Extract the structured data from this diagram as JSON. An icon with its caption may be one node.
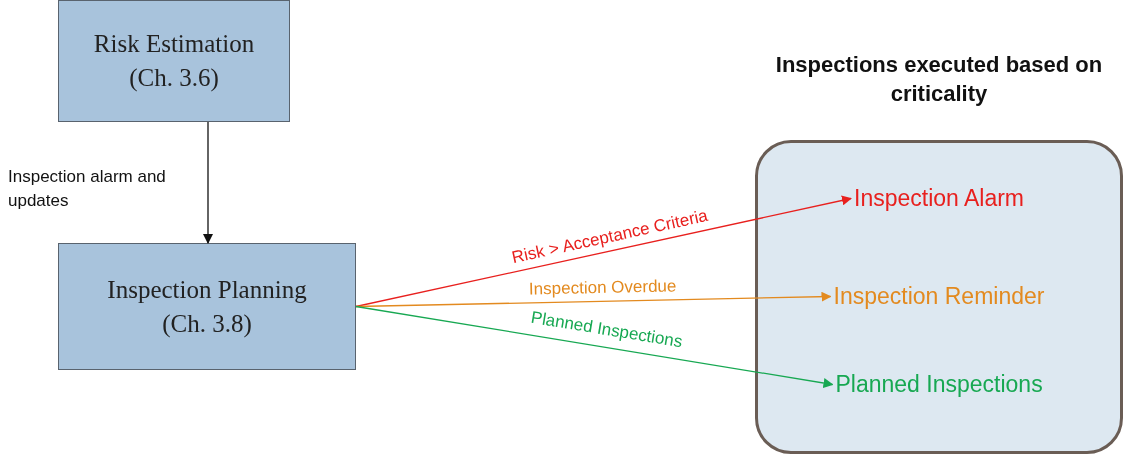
{
  "diagram": {
    "nodes": [
      {
        "text": [
          "Risk Estimation (Ch. 3.6)"
        ]
      },
      {
        "text": [
          "Inspection Planning (Ch. 3.8)"
        ]
      },
      {
        "text": [
          "Inspections executed based on criticality"
        ]
      },
      {
        "text": [
          "Inspection Alarm"
        ],
        "in": 2
      },
      {
        "text": [
          "Inspection Reminder"
        ],
        "in": 2
      },
      {
        "text": [
          "Planned Inspections"
        ],
        "in": 2
      }
    ],
    "edges": [
      {
        "from": 0,
        "to": 1,
        "arrow": "to",
        "label": "Inspection alarm and updates"
      },
      {
        "from": 1,
        "to": 3,
        "arrow": "to",
        "label": "Risk > Acceptance Criteria",
        "color": "#e8201e"
      },
      {
        "from": 1,
        "to": 4,
        "arrow": "to",
        "label": "Inspection Overdue",
        "color": "#e38a1f"
      },
      {
        "from": 1,
        "to": 5,
        "arrow": "to",
        "label": "Planned Inspections",
        "color": "#17a852"
      }
    ]
  }
}
